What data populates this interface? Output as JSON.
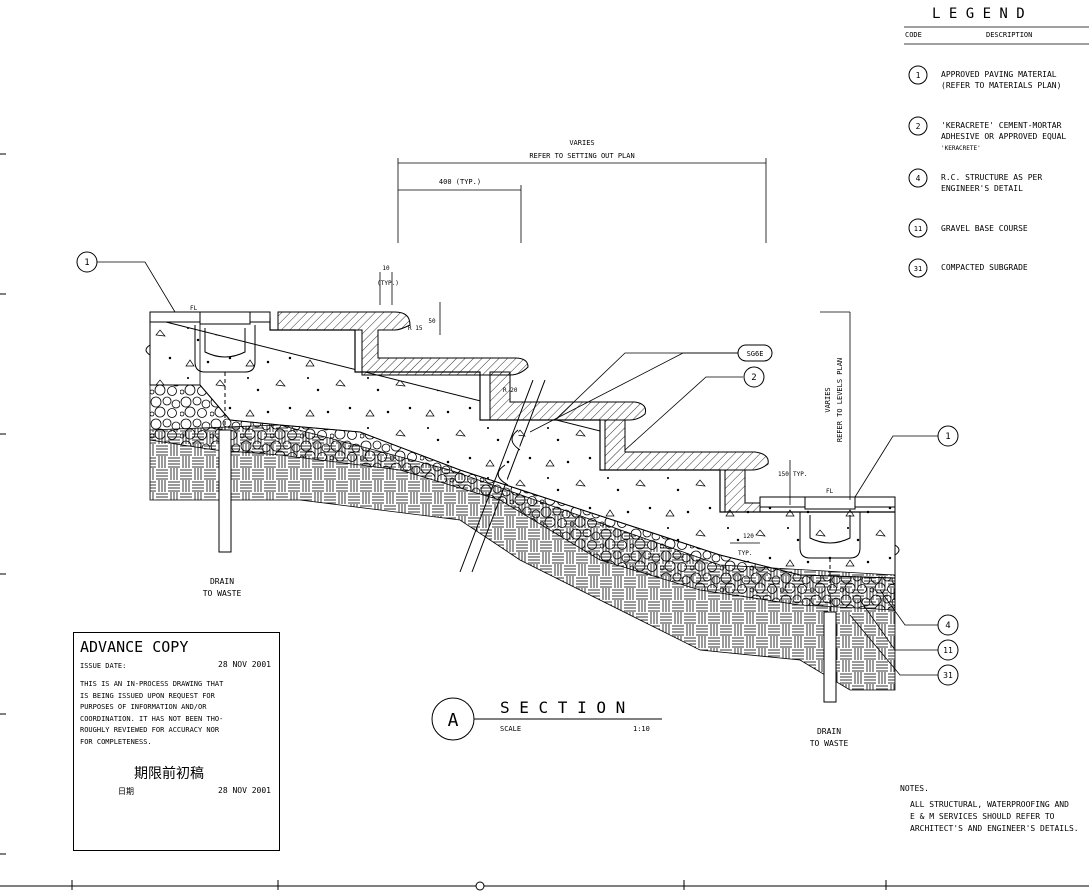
{
  "legend": {
    "title": "L E G E N D",
    "col_code": "CODE",
    "col_desc": "DESCRIPTION",
    "items": [
      {
        "code": "1",
        "lines": [
          "APPROVED PAVING MATERIAL",
          "(REFER TO MATERIALS PLAN)"
        ]
      },
      {
        "code": "2",
        "lines": [
          "'KERACRETE' CEMENT-MORTAR",
          "ADHESIVE OR APPROVED EQUAL",
          "'KERACRETE'"
        ]
      },
      {
        "code": "4",
        "lines": [
          "R.C. STRUCTURE AS PER",
          "ENGINEER'S DETAIL"
        ]
      },
      {
        "code": "11",
        "lines": [
          "GRAVEL BASE COURSE"
        ]
      },
      {
        "code": "31",
        "lines": [
          "COMPACTED SUBGRADE"
        ]
      }
    ]
  },
  "dims": {
    "varies": "VARIES",
    "setting_out": "REFER TO SETTING OUT PLAN",
    "typ_400": "400 (TYP.)",
    "t10": "10",
    "t10_typ": "(TYP.)",
    "d50": "50",
    "r15": "R 15",
    "r20": "R 20",
    "d150": "150",
    "typ": "TYP.",
    "d120": "120",
    "typ2": "TYP.",
    "right_varies": "VARIES",
    "right_levels": "REFER TO LEVELS PLAN",
    "fl": "FL",
    "sg6e": "SG6E"
  },
  "callouts": {
    "left_1": "1",
    "right_1": "1",
    "c2": "2",
    "c4": "4",
    "c11": "11",
    "c31": "31"
  },
  "drain": {
    "line1": "DRAIN",
    "line2": "TO WASTE"
  },
  "advance": {
    "title": "ADVANCE COPY",
    "issue_label": "ISSUE DATE:",
    "issue_date": "28 NOV 2001",
    "body": [
      "THIS IS AN IN-PROCESS DRAWING THAT",
      "IS BEING ISSUED UPON REQUEST FOR",
      "PURPOSES OF INFORMATION AND/OR",
      "COORDINATION. IT HAS NOT BEEN THO-",
      "ROUGHLY REVIEWED FOR ACCURACY NOR",
      "FOR COMPLETENESS."
    ],
    "cn_title": "期限前初稿",
    "cn_date_label": "日期",
    "cn_date": "28 NOV 2001"
  },
  "section": {
    "marker": "A",
    "title": "S E C T I O N",
    "scale_label": "SCALE",
    "scale": "1:10"
  },
  "notes": {
    "title": "NOTES.",
    "lines": [
      "ALL STRUCTURAL, WATERPROOFING AND",
      "E & M SERVICES SHOULD REFER TO",
      "ARCHITECT'S AND ENGINEER'S DETAILS."
    ]
  }
}
